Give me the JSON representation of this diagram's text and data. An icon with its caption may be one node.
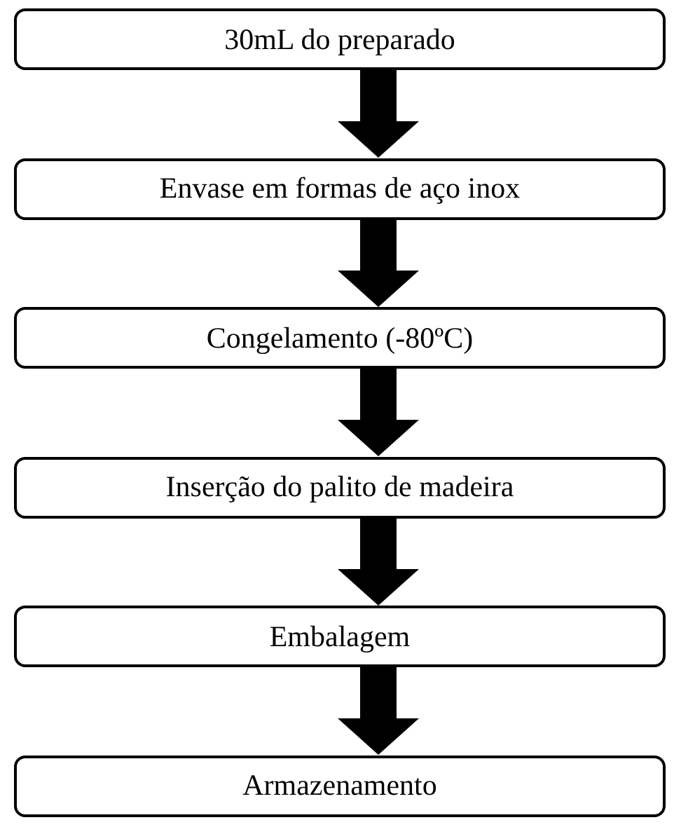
{
  "diagram": {
    "nodes": [
      {
        "text": [
          "30mL do preparado"
        ]
      },
      {
        "text": [
          "Envase em formas de aço inox"
        ]
      },
      {
        "text": [
          "Congelamento (-80ºC)"
        ]
      },
      {
        "text": [
          "Inserção do palito de madeira"
        ]
      },
      {
        "text": [
          "Embalagem"
        ]
      },
      {
        "text": [
          "Armazenamento"
        ]
      }
    ],
    "edges": [
      {
        "from": 0,
        "to": 1,
        "arrow": "to"
      },
      {
        "from": 1,
        "to": 2,
        "arrow": "to"
      },
      {
        "from": 2,
        "to": 3,
        "arrow": "to"
      },
      {
        "from": 3,
        "to": 4,
        "arrow": "to"
      },
      {
        "from": 4,
        "to": 5,
        "arrow": "to"
      }
    ]
  }
}
